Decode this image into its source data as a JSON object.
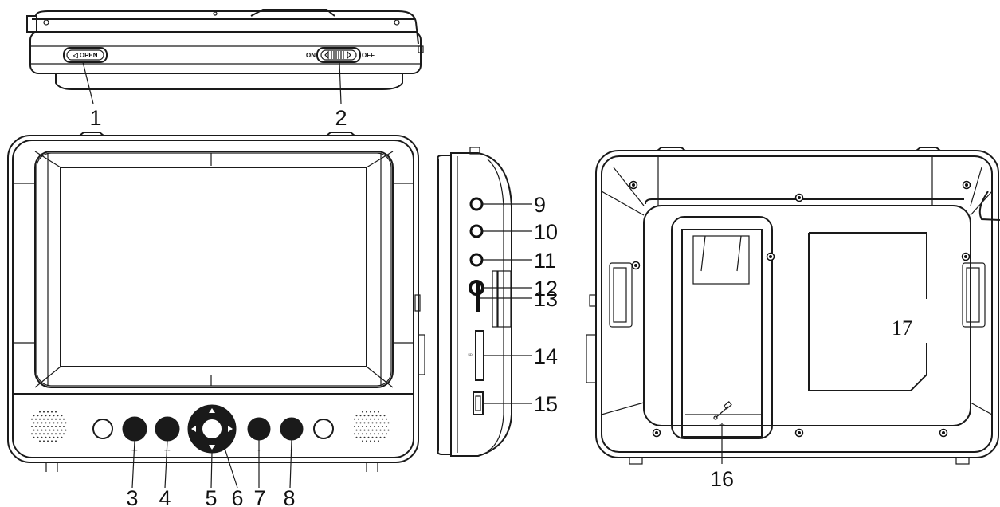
{
  "top_view": {
    "open_label": "◁ OPEN",
    "on_label": "ON",
    "off_label": "OFF"
  },
  "callouts": {
    "c1": "1",
    "c2": "2",
    "c3": "3",
    "c4": "4",
    "c5": "5",
    "c6": "6",
    "c7": "7",
    "c8": "8",
    "c9": "9",
    "c10": "10",
    "c11": "11",
    "c12": "12",
    "c13": "13",
    "c14": "14",
    "c15": "15",
    "c16": "16",
    "c17": "17"
  },
  "side_view": {
    "sd_label": "SD"
  }
}
